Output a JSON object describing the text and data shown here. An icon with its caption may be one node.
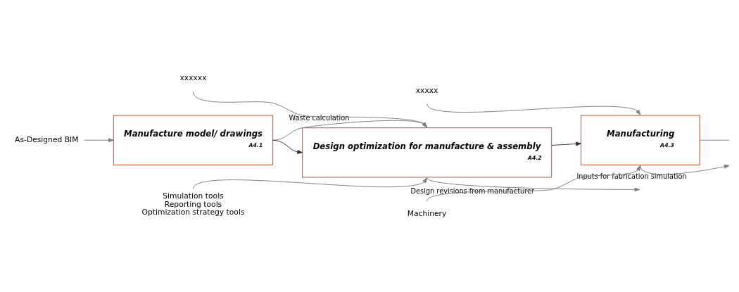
{
  "diagram": {
    "nodes": [
      {
        "text": [
          "As-Designed BIM"
        ]
      },
      {
        "text": [
          "Manufacture model/ drawings",
          "A4.1"
        ]
      },
      {
        "text": [
          "xxxxxx"
        ]
      },
      {
        "text": [
          "Design optimization for manufacture & assembly",
          "A4.2"
        ]
      },
      {
        "text": [
          "Simulation tools",
          "Reporting tools",
          "Optimization strategy tools"
        ]
      },
      {
        "text": [
          "xxxxx"
        ]
      },
      {
        "text": [
          "Manufacturing",
          "A4.3"
        ]
      },
      {
        "text": [
          "Machinery"
        ]
      }
    ],
    "edges": [
      {
        "from": 0,
        "to": 1,
        "arrow": "to"
      },
      {
        "from": 1,
        "to": 3,
        "arrow": "to",
        "label": "Waste calculation"
      },
      {
        "from": 1,
        "to": 3,
        "arrow": "to",
        "color": "#333333"
      },
      {
        "from": 2,
        "to": 3,
        "arrow": "to"
      },
      {
        "from": 4,
        "to": 3,
        "arrow": "to"
      },
      {
        "from": 3,
        "to": 6,
        "arrow": "to",
        "color": "#333333"
      },
      {
        "from": 5,
        "to": 6,
        "arrow": "to"
      },
      {
        "from": 7,
        "to": 6,
        "arrow": "to"
      },
      {
        "from": 3,
        "to": null,
        "arrow": "to",
        "label": "Design revisions from manufacturer"
      },
      {
        "from": 6,
        "to": null,
        "arrow": "to",
        "label": "Inputs for fabrication simulation"
      },
      {
        "from": 6,
        "to": null,
        "arrow": "none"
      }
    ]
  }
}
